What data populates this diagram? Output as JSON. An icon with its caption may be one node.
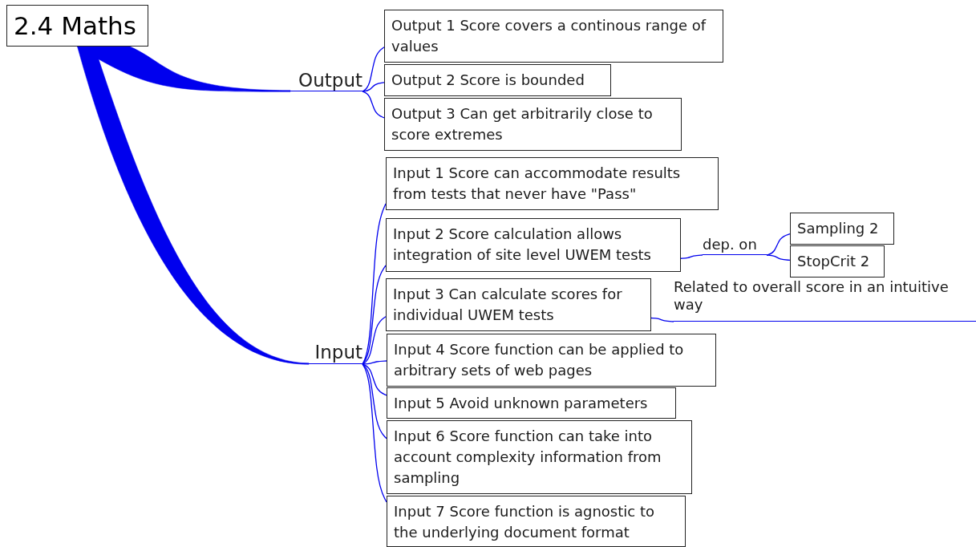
{
  "diagram": {
    "nodes": [
      {
        "text": [
          "2.4 Maths"
        ]
      },
      {
        "text": [
          "Output"
        ]
      },
      {
        "text": [
          "Output 1 Score covers a continous range of values"
        ]
      },
      {
        "text": [
          "Output 2 Score is bounded"
        ]
      },
      {
        "text": [
          "Output 3 Can get arbitrarily close to score extremes"
        ]
      },
      {
        "text": [
          "Input"
        ]
      },
      {
        "text": [
          "Input 1 Score can accommodate results from tests that never have \"Pass\""
        ]
      },
      {
        "text": [
          "Input 2 Score calculation allows integration of site level UWEM tests"
        ]
      },
      {
        "text": [
          "Input 3 Can calculate scores for individual UWEM tests"
        ]
      },
      {
        "text": [
          "Input 4 Score function can be applied to arbitrary sets of web pages"
        ]
      },
      {
        "text": [
          "Input 5 Avoid unknown parameters"
        ]
      },
      {
        "text": [
          "Input 6 Score function can take into account complexity information from sampling"
        ]
      },
      {
        "text": [
          "Input 7 Score function is agnostic to the underlying document format"
        ]
      },
      {
        "text": [
          "dep. on"
        ]
      },
      {
        "text": [
          "Sampling 2"
        ]
      },
      {
        "text": [
          "StopCrit 2"
        ]
      },
      {
        "text": [
          "Related to overall score in an intuitive way"
        ]
      }
    ],
    "edges": [
      {
        "from": 0,
        "to": 1,
        "arrow": "none",
        "style": "thick"
      },
      {
        "from": 0,
        "to": 5,
        "arrow": "none",
        "style": "thick"
      },
      {
        "from": 1,
        "to": 2,
        "arrow": "none"
      },
      {
        "from": 1,
        "to": 3,
        "arrow": "none"
      },
      {
        "from": 1,
        "to": 4,
        "arrow": "none"
      },
      {
        "from": 5,
        "to": 6,
        "arrow": "none"
      },
      {
        "from": 5,
        "to": 7,
        "arrow": "none"
      },
      {
        "from": 5,
        "to": 8,
        "arrow": "none"
      },
      {
        "from": 5,
        "to": 9,
        "arrow": "none"
      },
      {
        "from": 5,
        "to": 10,
        "arrow": "none"
      },
      {
        "from": 5,
        "to": 11,
        "arrow": "none"
      },
      {
        "from": 5,
        "to": 12,
        "arrow": "none"
      },
      {
        "from": 7,
        "to": 13,
        "arrow": "none"
      },
      {
        "from": 13,
        "to": 14,
        "arrow": "none"
      },
      {
        "from": 13,
        "to": 15,
        "arrow": "none"
      },
      {
        "from": 8,
        "to": 16,
        "arrow": "none"
      }
    ]
  }
}
